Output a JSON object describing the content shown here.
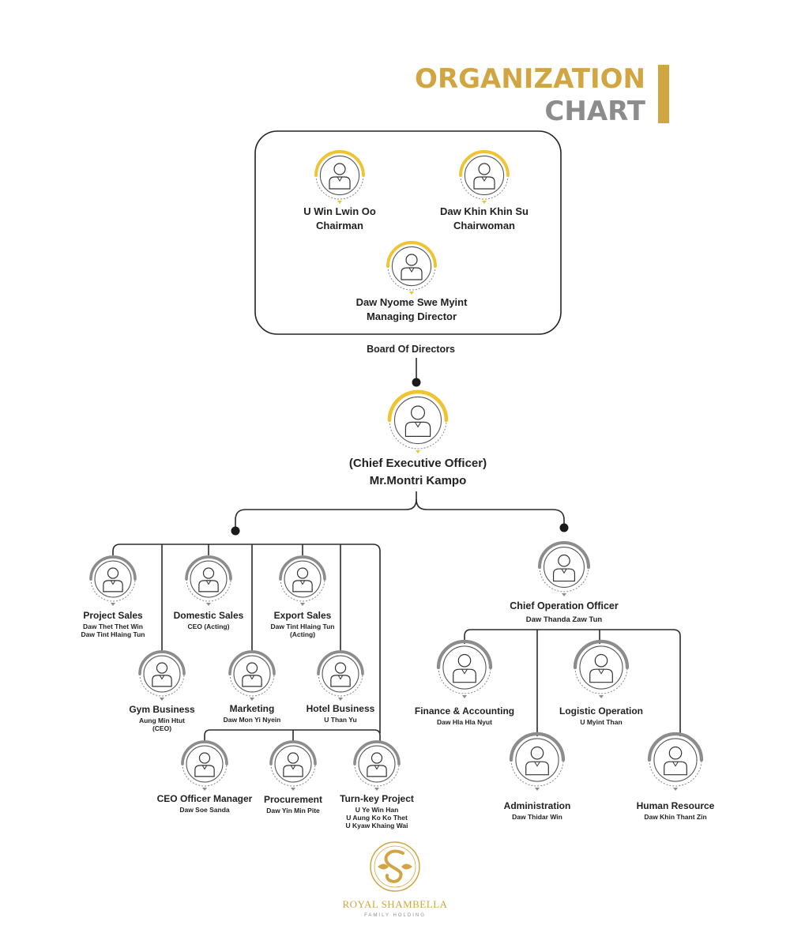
{
  "colors": {
    "gold": "#D1A642",
    "yellow": "#EFC430",
    "gray": "#8C8C8C",
    "dark": "#222222",
    "line": "#2a2a2a"
  },
  "title": {
    "line1": "ORGANIZATION",
    "line2": "CHART"
  },
  "board": {
    "label": "Board Of Directors",
    "members": [
      {
        "id": "chairman",
        "name": "U Win Lwin Oo",
        "role": "Chairman"
      },
      {
        "id": "chairwoman",
        "name": "Daw Khin Khin Su",
        "role": "Chairwoman"
      },
      {
        "id": "managing-director",
        "name": "Daw Nyome Swe Myint",
        "role": "Managing Director"
      }
    ]
  },
  "ceo": {
    "title": "(Chief Executive Officer)",
    "name": "Mr.Montri Kampo"
  },
  "coo": {
    "title": "Chief Operation Officer",
    "name": "Daw Thanda Zaw Tun"
  },
  "ceo_units": [
    {
      "id": "project-sales",
      "title": "Project Sales",
      "people": [
        "Daw Thet Thet Win",
        "Daw Tint Hlaing Tun"
      ]
    },
    {
      "id": "domestic-sales",
      "title": "Domestic Sales",
      "people": [
        "CEO (Acting)"
      ]
    },
    {
      "id": "export-sales",
      "title": "Export Sales",
      "people": [
        "Daw Tint Hlaing Tun",
        "(Acting)"
      ]
    },
    {
      "id": "gym-business",
      "title": "Gym Business",
      "people": [
        "Aung Min Htut",
        "(CEO)"
      ]
    },
    {
      "id": "marketing",
      "title": "Marketing",
      "people": [
        "Daw Mon Yi Nyein"
      ]
    },
    {
      "id": "hotel-business",
      "title": "Hotel Business",
      "people": [
        "U Than Yu"
      ]
    },
    {
      "id": "ceo-officer-manager",
      "title": "CEO Officer Manager",
      "people": [
        "Daw Soe Sanda"
      ]
    },
    {
      "id": "procurement",
      "title": "Procurement",
      "people": [
        "Daw Yin Min Pite"
      ]
    },
    {
      "id": "turn-key-project",
      "title": "Turn-key Project",
      "people": [
        "U Ye Win Han",
        "U Aung Ko Ko Thet",
        "U Kyaw Khaing Wai"
      ]
    }
  ],
  "coo_units": [
    {
      "id": "finance-accounting",
      "title": "Finance & Accounting",
      "people": [
        "Daw Hla Hla Nyut"
      ]
    },
    {
      "id": "logistic-operation",
      "title": "Logistic Operation",
      "people": [
        "U Myint Than"
      ]
    },
    {
      "id": "administration",
      "title": "Administration",
      "people": [
        "Daw Thidar Win"
      ]
    },
    {
      "id": "human-resource",
      "title": "Human Resource",
      "people": [
        "Daw Khin Thant Zin"
      ]
    }
  ],
  "logo": {
    "brand": "ROYAL SHAMBELLA",
    "sub": "FAMILY HOLDING"
  }
}
